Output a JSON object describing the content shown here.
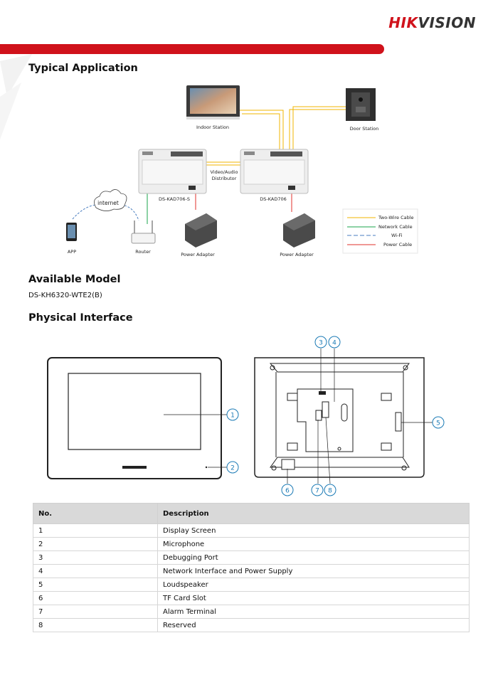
{
  "brand": {
    "part1": "HIK",
    "part2": "VISION"
  },
  "sections": {
    "typical_application": "Typical Application",
    "available_model": "Available Model",
    "physical_interface": "Physical Interface"
  },
  "model": "DS-KH6320-WTE2(B)",
  "diagram": {
    "indoor_station": "Indoor Station",
    "door_station": "Door Station",
    "distributor_label_1": "Video/Audio",
    "distributor_label_2": "Distributor",
    "device_left": "DS-KAD706-S",
    "device_right": "DS-KAD706",
    "internet": "internet",
    "app": "APP",
    "router": "Router",
    "power_adapter_left": "Power Adapter",
    "power_adapter_right": "Power Adapter",
    "legend": [
      {
        "label": "Two-Wire Cable",
        "color": "#f0b400"
      },
      {
        "label": "Network Cable",
        "color": "#1aa64b"
      },
      {
        "label": "Wi-Fi",
        "color": "#4a7ec0"
      },
      {
        "label": "Power Cable",
        "color": "#e0302b"
      }
    ]
  },
  "callouts": [
    "1",
    "2",
    "3",
    "4",
    "5",
    "6",
    "7",
    "8"
  ],
  "table": {
    "headers": [
      "No.",
      "Description"
    ],
    "rows": [
      [
        "1",
        "Display Screen"
      ],
      [
        "2",
        "Microphone"
      ],
      [
        "3",
        "Debugging Port"
      ],
      [
        "4",
        "Network Interface and Power Supply"
      ],
      [
        "5",
        "Loudspeaker"
      ],
      [
        "6",
        "TF Card Slot"
      ],
      [
        "7",
        "Alarm Terminal"
      ],
      [
        "8",
        "Reserved"
      ]
    ]
  }
}
